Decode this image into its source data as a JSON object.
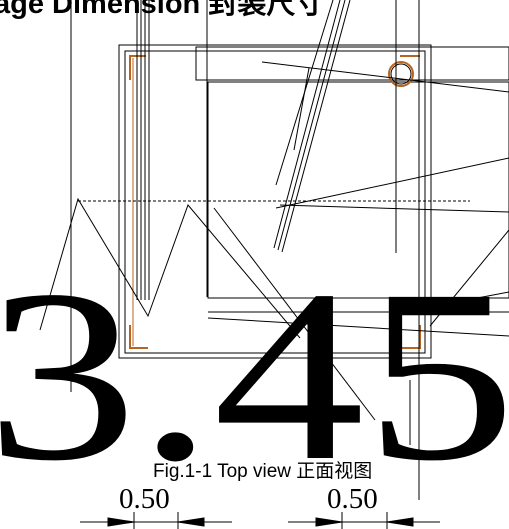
{
  "title": "age Dimension 封装尺寸",
  "big_number": "3.45",
  "caption": "Fig.1-1 Top view 正面视图",
  "dimensions": {
    "left": "0.50",
    "right": "0.50"
  },
  "colors": {
    "ink": "#000000",
    "corner_bracket": "#b8631e",
    "background": "#ffffff"
  }
}
